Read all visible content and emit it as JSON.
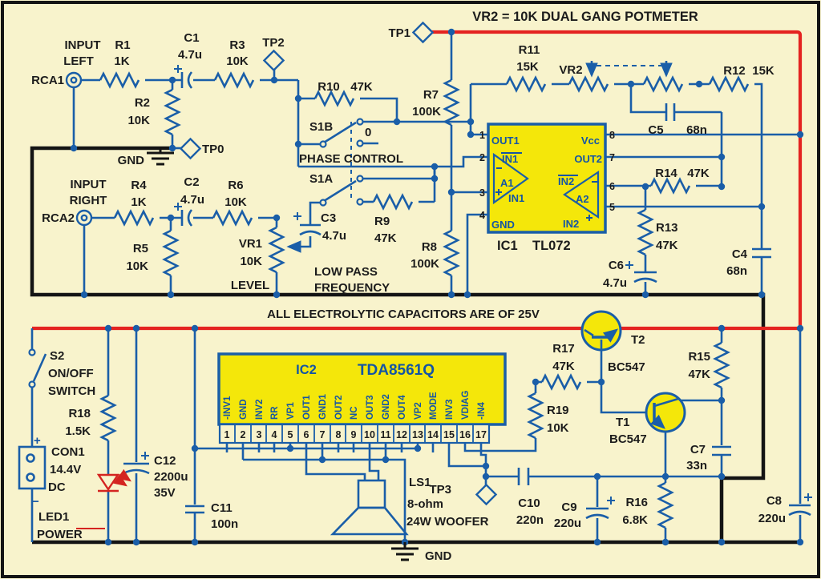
{
  "title": "VR2 = 10K DUAL GANG POTMETER",
  "note": "ALL ELECTROLYTIC CAPACITORS ARE OF 25V",
  "gnd": {
    "top": "GND",
    "bottom": "GND"
  },
  "inputs": {
    "left1": "INPUT",
    "left2": "LEFT",
    "rca1": "RCA1",
    "right1": "INPUT",
    "right2": "RIGHT",
    "rca2": "RCA2"
  },
  "tp": {
    "tp0": "TP0",
    "tp1": "TP1",
    "tp2": "TP2",
    "tp3": "TP3"
  },
  "sw": {
    "s1b": "S1B",
    "zero": "0",
    "phase": "PHASE CONTROL",
    "s1a": "S1A",
    "lp1": "LOW PASS",
    "lp2": "FREQUENCY",
    "level": "LEVEL",
    "s2": "S2",
    "onoff": "ON/OFF",
    "switch": "SWITCH"
  },
  "r": {
    "r1": [
      "R1",
      "1K"
    ],
    "r2": [
      "R2",
      "10K"
    ],
    "r3": [
      "R3",
      "10K"
    ],
    "r4": [
      "R4",
      "1K"
    ],
    "r5": [
      "R5",
      "10K"
    ],
    "r6": [
      "R6",
      "10K"
    ],
    "r7": [
      "R7",
      "100K"
    ],
    "r8": [
      "R8",
      "100K"
    ],
    "r9": [
      "R9",
      "47K"
    ],
    "r10": [
      "R10",
      "47K"
    ],
    "r11": [
      "R11",
      "15K"
    ],
    "r12": [
      "R12",
      "15K"
    ],
    "r13": [
      "R13",
      "47K"
    ],
    "r14": [
      "R14",
      "47K"
    ],
    "r15": [
      "R15",
      "47K"
    ],
    "r16": [
      "R16",
      "6.8K"
    ],
    "r17": [
      "R17",
      "47K"
    ],
    "r18": [
      "R18",
      "1.5K"
    ],
    "r19": [
      "R19",
      "10K"
    ]
  },
  "vr": {
    "vr1": [
      "VR1",
      "10K"
    ],
    "vr2": "VR2"
  },
  "c": {
    "c1": [
      "C1",
      "4.7u"
    ],
    "c2": [
      "C2",
      "4.7u"
    ],
    "c3": [
      "C3",
      "4.7u"
    ],
    "c4": [
      "C4",
      "68n"
    ],
    "c5": [
      "C5",
      "68n"
    ],
    "c6": [
      "C6",
      "4.7u"
    ],
    "c7": [
      "C7",
      "33n"
    ],
    "c8": [
      "C8",
      "220u"
    ],
    "c9": [
      "C9",
      "220u"
    ],
    "c10": [
      "C10",
      "220n"
    ],
    "c11": [
      "C11",
      "100n"
    ],
    "c12": [
      "C12",
      "2200u",
      "35V"
    ]
  },
  "t": {
    "t1": [
      "T1",
      "BC547"
    ],
    "t2": [
      "T2",
      "BC547"
    ]
  },
  "ic1": {
    "ref": "IC1",
    "part": "TL072",
    "out1": "OUT1",
    "in1n": "IN1",
    "a1": "A1",
    "in1p": "IN1",
    "gnd": "GND",
    "vcc": "Vcc",
    "out2": "OUT2",
    "in2n": "IN2",
    "a2": "A2",
    "in2p": "IN2",
    "n1": "1",
    "n2": "2",
    "n3": "3",
    "n4": "4",
    "n5": "5",
    "n6": "6",
    "n7": "7",
    "n8": "8"
  },
  "ic2": {
    "ref": "IC2",
    "part": "TDA8561Q",
    "pins": [
      {
        "n": "1",
        "name": "-INV1"
      },
      {
        "n": "2",
        "name": "GND"
      },
      {
        "n": "3",
        "name": "INV2"
      },
      {
        "n": "4",
        "name": "RR"
      },
      {
        "n": "5",
        "name": "VP1"
      },
      {
        "n": "6",
        "name": "OUT1"
      },
      {
        "n": "7",
        "name": "GND1"
      },
      {
        "n": "8",
        "name": "OUT2"
      },
      {
        "n": "9",
        "name": "NC"
      },
      {
        "n": "10",
        "name": "OUT3"
      },
      {
        "n": "11",
        "name": "GND2"
      },
      {
        "n": "12",
        "name": "OUT4"
      },
      {
        "n": "13",
        "name": "VP2"
      },
      {
        "n": "14",
        "name": "MODE"
      },
      {
        "n": "15",
        "name": "INV3"
      },
      {
        "n": "16",
        "name": "VDIAG"
      },
      {
        "n": "17",
        "name": "-IN4"
      }
    ]
  },
  "pwr": {
    "con": "CON1",
    "v": "14.4V",
    "dc": "DC",
    "plus": "+",
    "minus": "−",
    "led": "LED1",
    "power": "POWER"
  },
  "spk": {
    "ref": "LS1",
    "ohm": "8-ohm",
    "watt": "24W WOOFER"
  },
  "colors": {
    "wire": "#1a5ea8",
    "rail": "#e42320",
    "ground": "#141414",
    "ic_fill": "#f4e70a",
    "bg": "#f8f3cc"
  }
}
